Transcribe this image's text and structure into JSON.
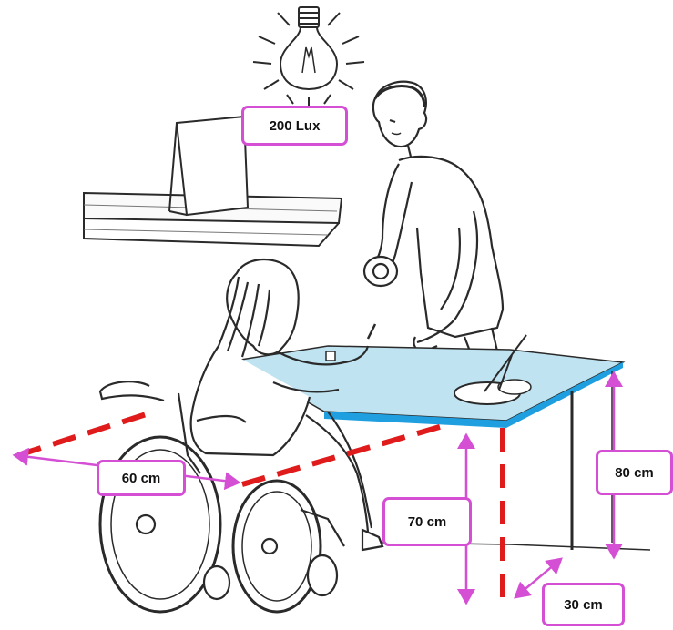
{
  "labels": {
    "light": "200 Lux",
    "reach": "60 cm",
    "knee_clearance": "70 cm",
    "table_height": "80 cm",
    "depth": "30 cm"
  },
  "colors": {
    "annotation": "#d44fd4",
    "guide_line": "#e01b1b",
    "table_top": "#bfe3f0",
    "table_edge": "#1f9fe0",
    "sketch": "#2a2a2a"
  }
}
